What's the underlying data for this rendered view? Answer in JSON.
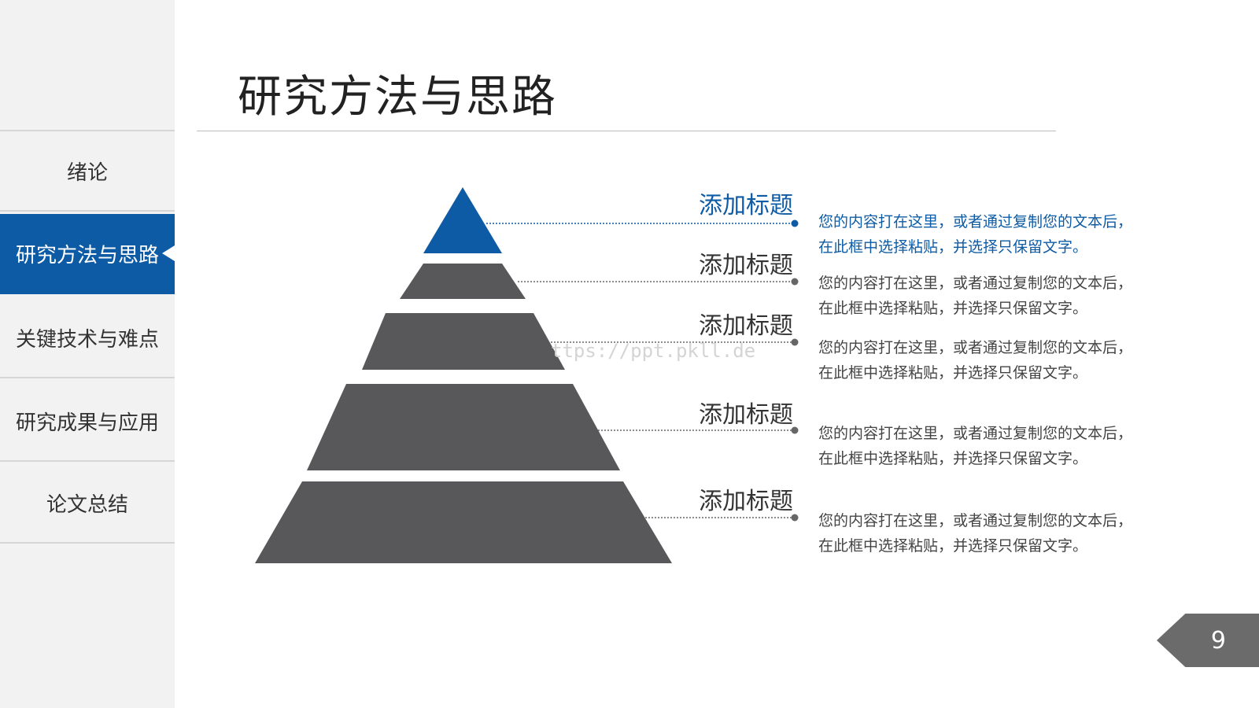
{
  "page": {
    "title": "研究方法与思路",
    "number": "9",
    "watermark": "ttps://ppt.pkll.de"
  },
  "sidebar": {
    "items": [
      {
        "label": "绪论",
        "active": false
      },
      {
        "label": "研究方法与思路",
        "active": true
      },
      {
        "label": "关键技术与难点",
        "active": false
      },
      {
        "label": "研究成果与应用",
        "active": false
      },
      {
        "label": "论文总结",
        "active": false
      }
    ]
  },
  "pyramid": {
    "levels": [
      {
        "title": "添加标题",
        "desc_line1": "您的内容打在这里，或者通过复制您的文本后，",
        "desc_line2": "在此框中选择粘贴，并选择只保留文字。",
        "highlight": true
      },
      {
        "title": "添加标题",
        "desc_line1": "您的内容打在这里，或者通过复制您的文本后，",
        "desc_line2": "在此框中选择粘贴，并选择只保留文字。",
        "highlight": false
      },
      {
        "title": "添加标题",
        "desc_line1": "您的内容打在这里，或者通过复制您的文本后，",
        "desc_line2": "在此框中选择粘贴，并选择只保留文字。",
        "highlight": false
      },
      {
        "title": "添加标题",
        "desc_line1": "您的内容打在这里，或者通过复制您的文本后，",
        "desc_line2": "在此框中选择粘贴，并选择只保留文字。",
        "highlight": false
      },
      {
        "title": "添加标题",
        "desc_line1": "您的内容打在这里，或者通过复制您的文本后，",
        "desc_line2": "在此框中选择粘贴，并选择只保留文字。",
        "highlight": false
      }
    ]
  },
  "colors": {
    "accent": "#0e5ba5",
    "tier": "#58585a",
    "text": "#333333",
    "connector": "#666666"
  }
}
